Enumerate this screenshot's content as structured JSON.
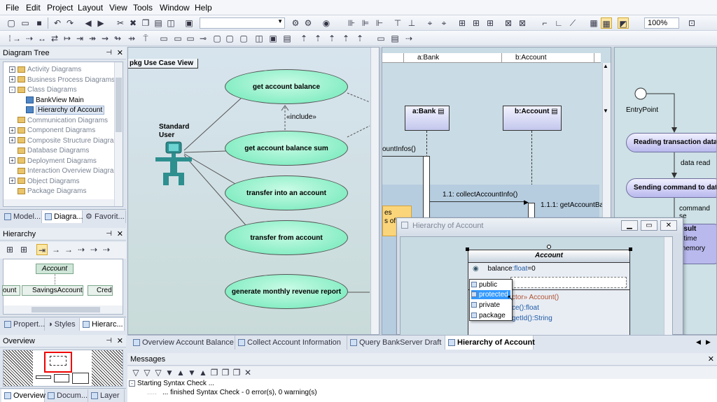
{
  "menu": [
    "File",
    "Edit",
    "Project",
    "Layout",
    "View",
    "Tools",
    "Window",
    "Help"
  ],
  "toolbar": {
    "zoom": "100%"
  },
  "diagram_tree": {
    "title": "Diagram Tree",
    "items": [
      {
        "label": "Activity Diagrams",
        "type": "folder",
        "expander": "+"
      },
      {
        "label": "Business Process Diagrams",
        "type": "folder",
        "expander": "+"
      },
      {
        "label": "Class Diagrams",
        "type": "folder",
        "expander": "-"
      },
      {
        "label": "BankView Main",
        "type": "diagram",
        "expander": ""
      },
      {
        "label": "Hierarchy of Account",
        "type": "diagram",
        "expander": ""
      },
      {
        "label": "Communication Diagrams",
        "type": "folder",
        "expander": ""
      },
      {
        "label": "Component Diagrams",
        "type": "folder",
        "expander": "+"
      },
      {
        "label": "Composite Structure Diagram",
        "type": "folder",
        "expander": "+"
      },
      {
        "label": "Database Diagrams",
        "type": "folder",
        "expander": ""
      },
      {
        "label": "Deployment Diagrams",
        "type": "folder",
        "expander": "+"
      },
      {
        "label": "Interaction Overview Diagrar",
        "type": "folder",
        "expander": ""
      },
      {
        "label": "Object Diagrams",
        "type": "folder",
        "expander": "+"
      },
      {
        "label": "Package Diagrams",
        "type": "folder",
        "expander": ""
      }
    ],
    "tabs": [
      "Model...",
      "Diagra...",
      "Favorit..."
    ]
  },
  "hierarchy": {
    "title": "Hierarchy",
    "root": "Account",
    "children": [
      "ount",
      "SavingsAccount",
      "Cred"
    ],
    "tabs": [
      "Propert...",
      "Styles",
      "Hierarc..."
    ]
  },
  "overview": {
    "title": "Overview",
    "tabs": [
      "Overview",
      "Docum...",
      "Layer"
    ]
  },
  "use_case": {
    "package_label": "pkg Use Case View",
    "actor": "Standard User",
    "include": "«include»",
    "cases": [
      "get account balance",
      "get account balance sum",
      "transfer into an account",
      "transfer from account",
      "generate monthly revenue report"
    ]
  },
  "sequence": {
    "headers": [
      "a:Bank",
      "b:Account"
    ],
    "lifelines": [
      "a:Bank",
      "b:Account"
    ],
    "messages": [
      "ountInfos()",
      "1.1: collectAccountInfo()",
      "1.1.1: getAccountBa"
    ],
    "note_text": "es\ns of"
  },
  "activity": {
    "entry": "EntryPoint",
    "actions": [
      "Reading transaction data",
      "Sending command to data"
    ],
    "flows": [
      "data read",
      "command se"
    ],
    "partial": [
      "esult",
      "t time",
      "memory"
    ]
  },
  "class_window": {
    "title": "Hierarchy of Account",
    "class_name": "Account",
    "attribute": {
      "name": "balance",
      "type": ":float",
      "default": "=0"
    },
    "ops_partial": [
      "ctor» Account()",
      "ce():float",
      "getId():String"
    ],
    "visibility_options": [
      "public",
      "protected",
      "private",
      "package"
    ],
    "selected_option": "protected"
  },
  "doc_tabs": [
    "Overview Account Balance",
    "Collect Account Information",
    "Query BankServer Draft",
    "Hierarchy of Account"
  ],
  "messages": {
    "title": "Messages",
    "lines": [
      "Starting Syntax Check ...",
      "... finished Syntax Check - 0 error(s), 0 warning(s)"
    ]
  }
}
